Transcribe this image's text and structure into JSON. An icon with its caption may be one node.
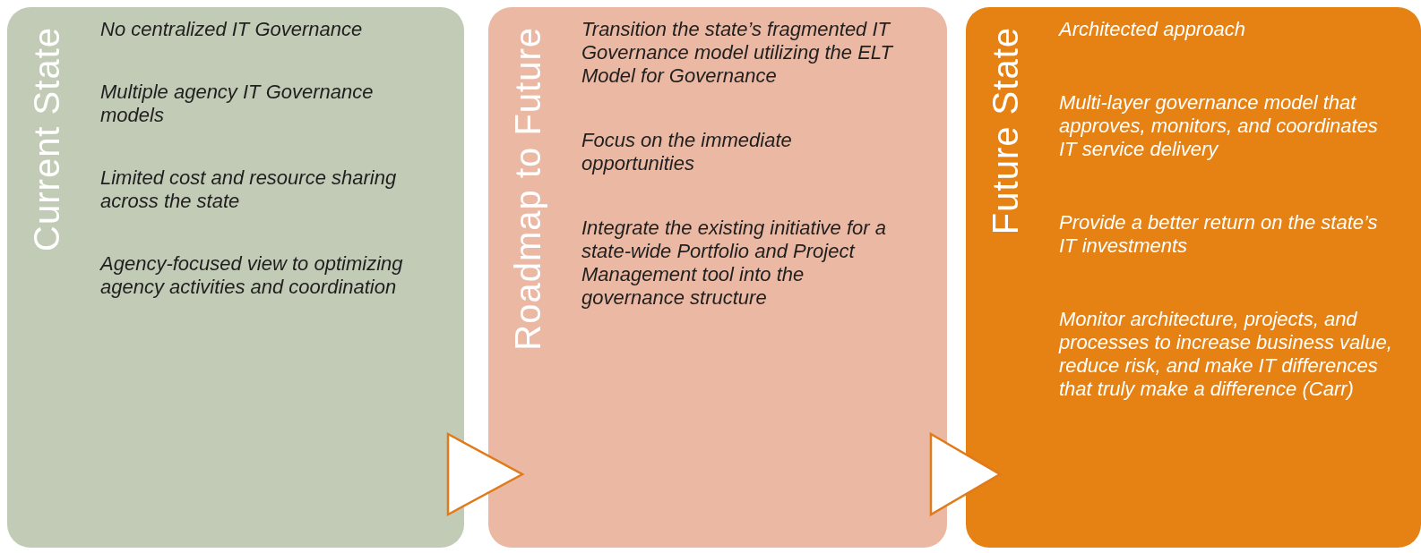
{
  "diagram": {
    "nodes": [
      {
        "text": [
          "Current State",
          "No centralized IT Governance",
          "Multiple agency IT Governance models",
          "Limited cost and resource sharing across the state",
          "Agency-focused view to optimizing agency activities and coordination"
        ]
      },
      {
        "text": [
          "Roadmap to Future",
          "Transition the state’s fragmented IT Governance model utilizing the ELT Model for Governance",
          "Focus on the immediate opportunities",
          "Integrate the existing initiative for a state-wide Portfolio and Project Management tool into the governance structure"
        ]
      },
      {
        "text": [
          "Future State",
          "Architected approach",
          "Multi-layer governance model that approves, monitors, and coordinates IT service delivery",
          "Provide a better return on the state’s IT investments",
          "Monitor architecture, projects, and processes to increase business value, reduce risk, and make IT differences that truly make a difference (Carr)"
        ]
      }
    ],
    "edges": [
      {
        "from": 0,
        "to": 1,
        "arrow": "to"
      },
      {
        "from": 1,
        "to": 2,
        "arrow": "to"
      }
    ]
  }
}
